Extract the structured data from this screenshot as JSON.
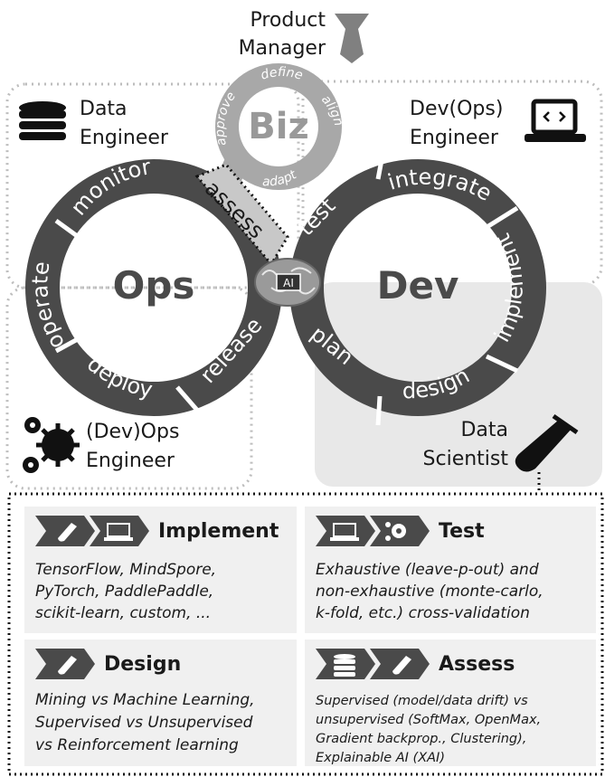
{
  "product_manager": {
    "line1": "Product",
    "line2": "Manager"
  },
  "roles": {
    "data_engineer": {
      "line1": "Data",
      "line2": "Engineer"
    },
    "devops_engineer_top": {
      "line1": "Dev(Ops)",
      "line2": "Engineer"
    },
    "devops_engineer_bottom": {
      "line1": "(Dev)Ops",
      "line2": "Engineer"
    },
    "data_scientist": {
      "line1": "Data",
      "line2": "Scientist"
    }
  },
  "loops": {
    "ops": "Ops",
    "dev": "Dev",
    "biz": "Biz",
    "ai": "AI"
  },
  "ops_segments": [
    "monitor",
    "operate",
    "deploy",
    "release"
  ],
  "dev_segments": [
    "test",
    "integrate",
    "implement",
    "design",
    "plan"
  ],
  "assess_label": "assess",
  "biz_segments": [
    "approve",
    "define",
    "align",
    "adapt"
  ],
  "panels": {
    "implement": {
      "title": "Implement",
      "body": "TensorFlow, MindSpore,\nPyTorch, PaddlePaddle,\nscikit-learn, custom, ..."
    },
    "test": {
      "title": "Test",
      "body": "Exhaustive (leave-p-out) and\nnon-exhaustive (monte-carlo,\nk-fold, etc.) cross-validation"
    },
    "design": {
      "title": "Design",
      "body": "Mining vs Machine Learning,\nSupervised vs Unsupervised\nvs Reinforcement learning"
    },
    "assess": {
      "title": "Assess",
      "body": "Supervised (model/data drift) vs\nunsupervised (SoftMax, OpenMax,\nGradient backprop., Clustering),\nExplainable AI (XAI)"
    }
  },
  "colors": {
    "segment": "#4a4a4a",
    "biz": "#a0a0a0",
    "panel_bg": "#f0f0f0",
    "scientist_bg": "#e8e8e8"
  }
}
